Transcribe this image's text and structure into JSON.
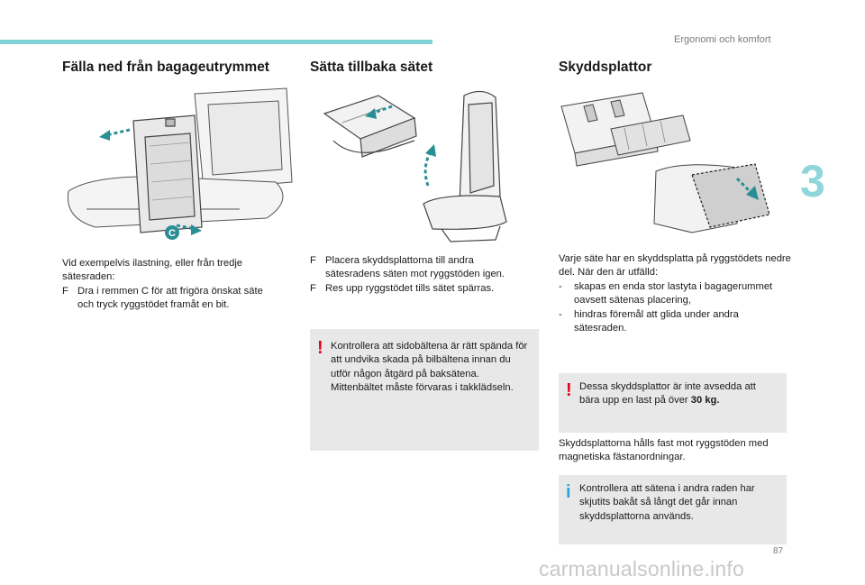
{
  "header": {
    "section_title": "Ergonomi och komfort"
  },
  "chapter_number": "3",
  "page_number": "87",
  "watermark": "carmanualsonline.info",
  "col1": {
    "heading": "Fälla ned från bagageutrymmet",
    "callout_label": "C",
    "intro": "Vid exempelvis ilastning, eller från tredje sätesraden:",
    "bullet_marker": "F",
    "bullet": "Dra i remmen C för att frigöra önskat säte och tryck ryggstödet framåt en bit."
  },
  "col2": {
    "heading": "Sätta tillbaka sätet",
    "bullet_marker": "F",
    "bullets": [
      "Placera skyddsplattorna till andra sätesradens säten mot ryggstöden igen.",
      "Res upp ryggstödet tills sätet spärras."
    ],
    "warning_icon": "!",
    "warning": "Kontrollera att sidobältena är rätt spända för att undvika skada på bilbältena innan du utför någon åtgärd på baksätena. Mittenbältet måste förvaras i takklädseln."
  },
  "col3": {
    "heading": "Skyddsplattor",
    "intro": "Varje säte har en skyddsplatta på ryggstödets nedre del. När den är utfälld:",
    "dash": "-",
    "dashes": [
      "skapas en enda stor lastyta i bagagerummet oavsett sätenas placering,",
      "hindras föremål att glida under andra sätesraden."
    ],
    "warning_icon": "!",
    "warning_text": "Dessa skyddsplattor är inte avsedda att bära upp en last på över ",
    "warning_bold": "30 kg.",
    "magnet_text": "Skyddsplattorna hålls fast mot ryggstöden med magnetiska fästanordningar.",
    "info_icon": "i",
    "info": "Kontrollera att sätena i andra raden har skjutits bakåt så långt det går innan skyddsplattorna används."
  },
  "colors": {
    "accent": "#7fd3d8",
    "arrow_teal": "#2a8f94",
    "warning_red": "#e3001b",
    "info_blue": "#2aa7d8",
    "box_grey": "#e8e8e8"
  },
  "icons": [
    "warning-icon",
    "info-icon"
  ]
}
